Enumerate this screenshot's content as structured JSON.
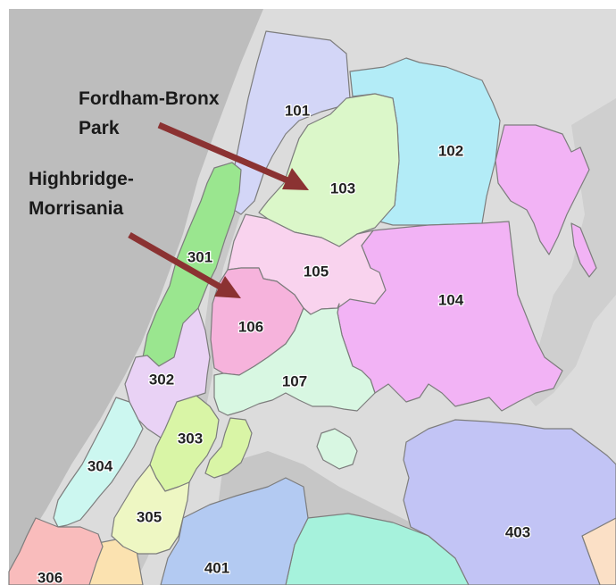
{
  "callouts": [
    {
      "line1": "Fordham-Bronx",
      "line2": "Park"
    },
    {
      "line1": "Highbridge-",
      "line2": "Morrisania"
    }
  ],
  "districts": [
    {
      "id": "101",
      "label": "101",
      "color": "#d3d6f7"
    },
    {
      "id": "102",
      "label": "102",
      "color": "#b3ecf7"
    },
    {
      "id": "103",
      "label": "103",
      "color": "#dbf7c9"
    },
    {
      "id": "104",
      "label": "104",
      "color": "#f2b3f5"
    },
    {
      "id": "105",
      "label": "105",
      "color": "#f9d3ee"
    },
    {
      "id": "106",
      "label": "106",
      "color": "#f6b3dc"
    },
    {
      "id": "107",
      "label": "107",
      "color": "#d8f7e2"
    },
    {
      "id": "301",
      "label": "301",
      "color": "#9ae68f"
    },
    {
      "id": "302",
      "label": "302",
      "color": "#e9d2f5"
    },
    {
      "id": "303",
      "label": "303",
      "color": "#d9f5a6"
    },
    {
      "id": "304",
      "label": "304",
      "color": "#ccf7f0"
    },
    {
      "id": "305",
      "label": "305",
      "color": "#eef7c3"
    },
    {
      "id": "306",
      "label": "306",
      "color": "#f9bcbc"
    },
    {
      "id": "401",
      "label": "401",
      "color": "#b3caf2"
    },
    {
      "id": "403",
      "label": "403",
      "color": "#c2c4f5"
    }
  ],
  "colors": {
    "water": "#bdbdbd",
    "land": "#dcdcdc",
    "arrow": "#8b3232",
    "aqua_area": "#a6f2dc",
    "peach_area": "#fbe0c6",
    "yellow_area": "#fbe2b0"
  }
}
